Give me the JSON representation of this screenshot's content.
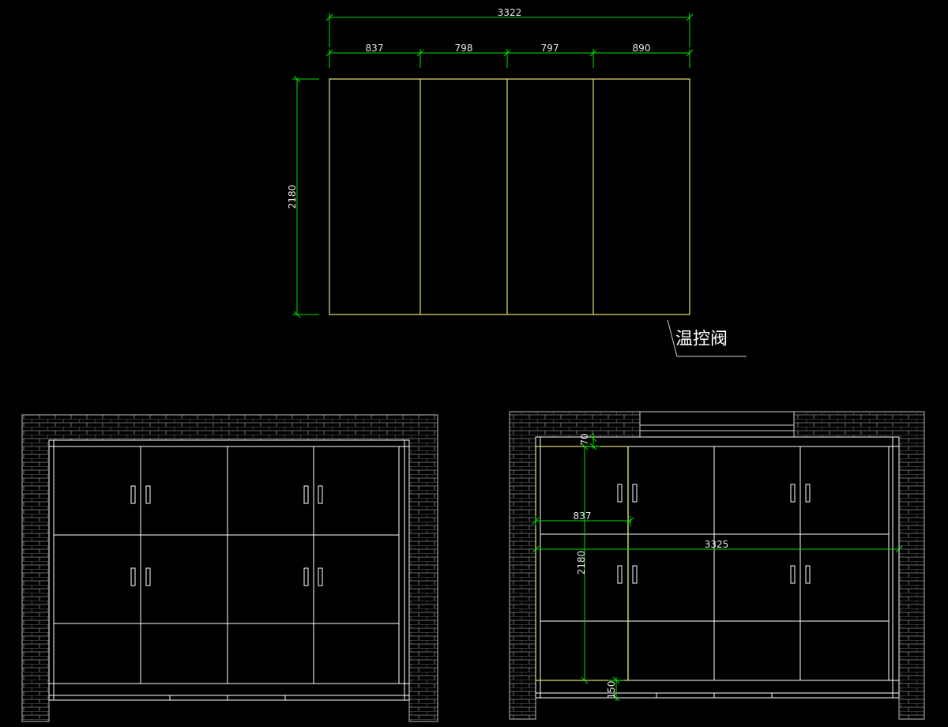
{
  "top_plan": {
    "overall_width": "3322",
    "panel_widths": [
      "837",
      "798",
      "797",
      "890"
    ],
    "height": "2180",
    "callout": "温控阀"
  },
  "right_elevation": {
    "top_offset": "70",
    "panel_width": "837",
    "overall_width": "3325",
    "height": "2180",
    "bottom_offset": "150"
  },
  "colors": {
    "background": "#000000",
    "dimension": "#00e000",
    "outline": "#e8e070",
    "cabinet": "#ffffff",
    "brick": "#8a8a8a"
  }
}
